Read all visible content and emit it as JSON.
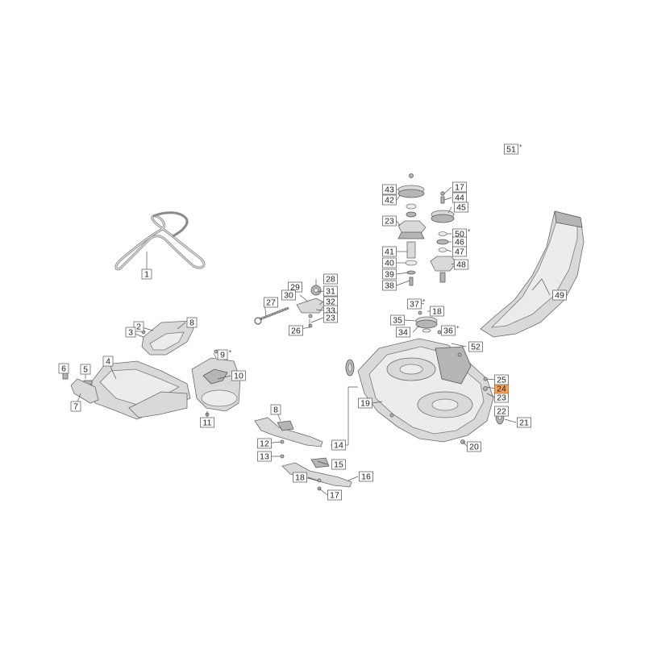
{
  "diagram": {
    "callouts": [
      {
        "id": "c1",
        "label": "1"
      },
      {
        "id": "c2",
        "label": "2"
      },
      {
        "id": "c3",
        "label": "3"
      },
      {
        "id": "c4",
        "label": "4"
      },
      {
        "id": "c5",
        "label": "5"
      },
      {
        "id": "c6",
        "label": "6"
      },
      {
        "id": "c7",
        "label": "7"
      },
      {
        "id": "c8a",
        "label": "8"
      },
      {
        "id": "c9",
        "label": "9"
      },
      {
        "id": "c10",
        "label": "10"
      },
      {
        "id": "c11",
        "label": "11"
      },
      {
        "id": "c8b",
        "label": "8"
      },
      {
        "id": "c12",
        "label": "12"
      },
      {
        "id": "c13",
        "label": "13"
      },
      {
        "id": "c14",
        "label": "14"
      },
      {
        "id": "c15",
        "label": "15"
      },
      {
        "id": "c16",
        "label": "16"
      },
      {
        "id": "c17a",
        "label": "17"
      },
      {
        "id": "c18a",
        "label": "18"
      },
      {
        "id": "c19",
        "label": "19"
      },
      {
        "id": "c20",
        "label": "20"
      },
      {
        "id": "c21",
        "label": "21"
      },
      {
        "id": "c22",
        "label": "22"
      },
      {
        "id": "c23a",
        "label": "23"
      },
      {
        "id": "c24",
        "label": "24",
        "highlight": true
      },
      {
        "id": "c25",
        "label": "25"
      },
      {
        "id": "c26",
        "label": "26"
      },
      {
        "id": "c27",
        "label": "27"
      },
      {
        "id": "c28",
        "label": "28"
      },
      {
        "id": "c29",
        "label": "29"
      },
      {
        "id": "c30",
        "label": "30"
      },
      {
        "id": "c31",
        "label": "31"
      },
      {
        "id": "c32",
        "label": "32"
      },
      {
        "id": "c33",
        "label": "33"
      },
      {
        "id": "c23b",
        "label": "23"
      },
      {
        "id": "c34",
        "label": "34"
      },
      {
        "id": "c35",
        "label": "35"
      },
      {
        "id": "c36",
        "label": "36"
      },
      {
        "id": "c37",
        "label": "37"
      },
      {
        "id": "c18b",
        "label": "18"
      },
      {
        "id": "c38",
        "label": "38"
      },
      {
        "id": "c39",
        "label": "39"
      },
      {
        "id": "c40",
        "label": "40"
      },
      {
        "id": "c41",
        "label": "41"
      },
      {
        "id": "c23c",
        "label": "23"
      },
      {
        "id": "c42",
        "label": "42"
      },
      {
        "id": "c43",
        "label": "43"
      },
      {
        "id": "c17b",
        "label": "17"
      },
      {
        "id": "c44",
        "label": "44"
      },
      {
        "id": "c45",
        "label": "45"
      },
      {
        "id": "c50",
        "label": "50"
      },
      {
        "id": "c46",
        "label": "46"
      },
      {
        "id": "c47",
        "label": "47"
      },
      {
        "id": "c48",
        "label": "48"
      },
      {
        "id": "c49",
        "label": "49"
      },
      {
        "id": "c51",
        "label": "51"
      },
      {
        "id": "c52",
        "label": "52"
      }
    ],
    "star_symbol": "*",
    "highlight_color": "#f3a25a"
  }
}
